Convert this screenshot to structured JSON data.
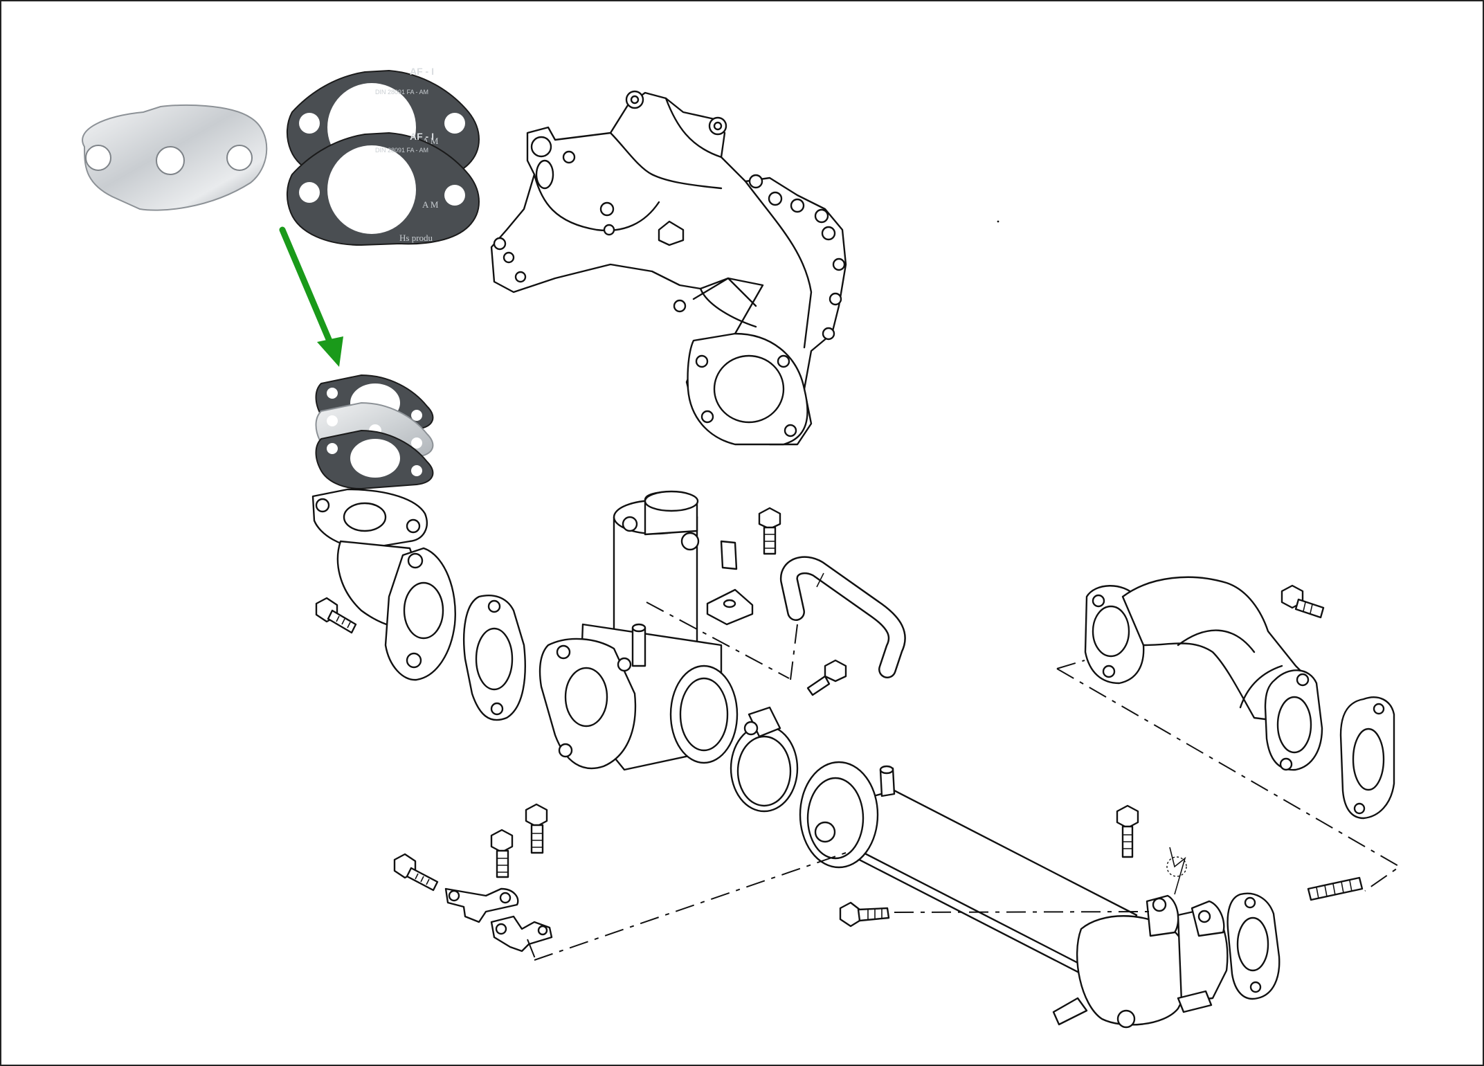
{
  "accent_color": "#1a9a1a",
  "gasket_print": {
    "top_line": "AF - I",
    "din_line": "DIN 28091   FA - AM",
    "brand_line": "A M",
    "footer_line": "Hs produ"
  }
}
